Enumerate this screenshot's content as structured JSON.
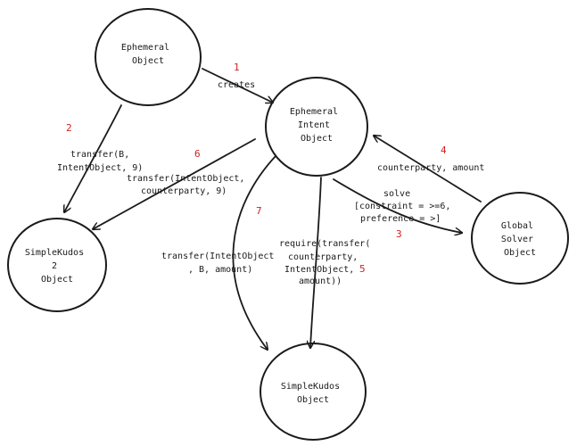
{
  "colors": {
    "ink": "#1a1a1a",
    "step": "#d21e1e",
    "background": "#ffffff"
  },
  "nodes": {
    "ephemeral": {
      "lines": [
        "Ephemeral",
        "Object"
      ]
    },
    "intent": {
      "lines": [
        "Ephemeral",
        "Intent",
        "Object"
      ]
    },
    "kudos2": {
      "lines": [
        "SimpleKudos",
        "2",
        "Object"
      ]
    },
    "solver": {
      "lines": [
        "Global",
        "Solver",
        "Object"
      ]
    },
    "kudos": {
      "lines": [
        "SimpleKudos",
        "Object"
      ]
    }
  },
  "edges": {
    "creates": {
      "step": "1",
      "lines": [
        "creates"
      ]
    },
    "transfer_b": {
      "step": "2",
      "lines": [
        "transfer(B,",
        "IntentObject, 9)"
      ]
    },
    "solve": {
      "step": "3",
      "lines": [
        "solve",
        "[constraint = >=6,",
        "preference = >]"
      ]
    },
    "counterparty": {
      "step": "4",
      "lines": [
        "counterparty, amount"
      ]
    },
    "require": {
      "step": "5",
      "lines": [
        "require(transfer(",
        "counterparty,",
        "IntentObject,",
        "amount))"
      ]
    },
    "transfer_cp": {
      "step": "6",
      "lines": [
        "transfer(IntentObject,",
        "counterparty, 9)"
      ]
    },
    "transfer_amount": {
      "step": "7",
      "lines": [
        "transfer(IntentObject",
        ", B, amount)"
      ]
    }
  }
}
